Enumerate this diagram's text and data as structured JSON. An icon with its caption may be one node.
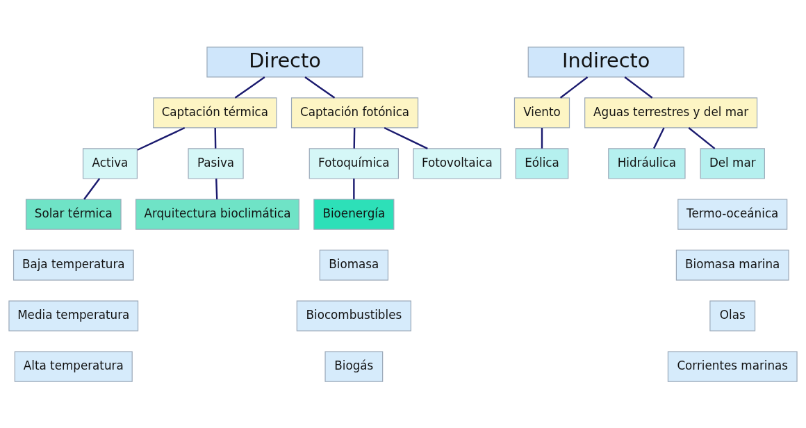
{
  "diagram": {
    "nodes": [
      {
        "text": [
          "Directo"
        ]
      },
      {
        "text": [
          "Indirecto"
        ]
      },
      {
        "text": [
          "Captación térmica"
        ]
      },
      {
        "text": [
          "Captación fotónica"
        ]
      },
      {
        "text": [
          "Viento"
        ]
      },
      {
        "text": [
          "Aguas terrestres y del mar"
        ]
      },
      {
        "text": [
          "Activa"
        ]
      },
      {
        "text": [
          "Pasiva"
        ]
      },
      {
        "text": [
          "Fotoquímica"
        ]
      },
      {
        "text": [
          "Fotovoltaica"
        ]
      },
      {
        "text": [
          "Eólica"
        ]
      },
      {
        "text": [
          "Hidráulica"
        ]
      },
      {
        "text": [
          "Del mar"
        ]
      },
      {
        "text": [
          "Solar térmica"
        ]
      },
      {
        "text": [
          "Arquitectura bioclimática"
        ]
      },
      {
        "text": [
          "Bioenergía"
        ]
      },
      {
        "text": [
          "Biomasa"
        ]
      },
      {
        "text": [
          "Biocombustibles"
        ]
      },
      {
        "text": [
          "Biogás"
        ]
      },
      {
        "text": [
          "Baja temperatura"
        ]
      },
      {
        "text": [
          "Media temperatura"
        ]
      },
      {
        "text": [
          "Alta temperatura"
        ]
      },
      {
        "text": [
          "Termo-oceánica"
        ]
      },
      {
        "text": [
          "Biomasa marina"
        ]
      },
      {
        "text": [
          "Olas"
        ]
      },
      {
        "text": [
          "Corrientes marinas"
        ]
      }
    ],
    "edges": [
      {
        "from": 0,
        "to": 2,
        "arrow": "none"
      },
      {
        "from": 0,
        "to": 3,
        "arrow": "none"
      },
      {
        "from": 1,
        "to": 4,
        "arrow": "none"
      },
      {
        "from": 1,
        "to": 5,
        "arrow": "none"
      },
      {
        "from": 2,
        "to": 6,
        "arrow": "none"
      },
      {
        "from": 2,
        "to": 7,
        "arrow": "none"
      },
      {
        "from": 3,
        "to": 8,
        "arrow": "none"
      },
      {
        "from": 3,
        "to": 9,
        "arrow": "none"
      },
      {
        "from": 4,
        "to": 10,
        "arrow": "none"
      },
      {
        "from": 5,
        "to": 11,
        "arrow": "none"
      },
      {
        "from": 5,
        "to": 12,
        "arrow": "none"
      },
      {
        "from": 6,
        "to": 13,
        "arrow": "none"
      },
      {
        "from": 7,
        "to": 14,
        "arrow": "none"
      },
      {
        "from": 8,
        "to": 15,
        "arrow": "none"
      }
    ]
  }
}
